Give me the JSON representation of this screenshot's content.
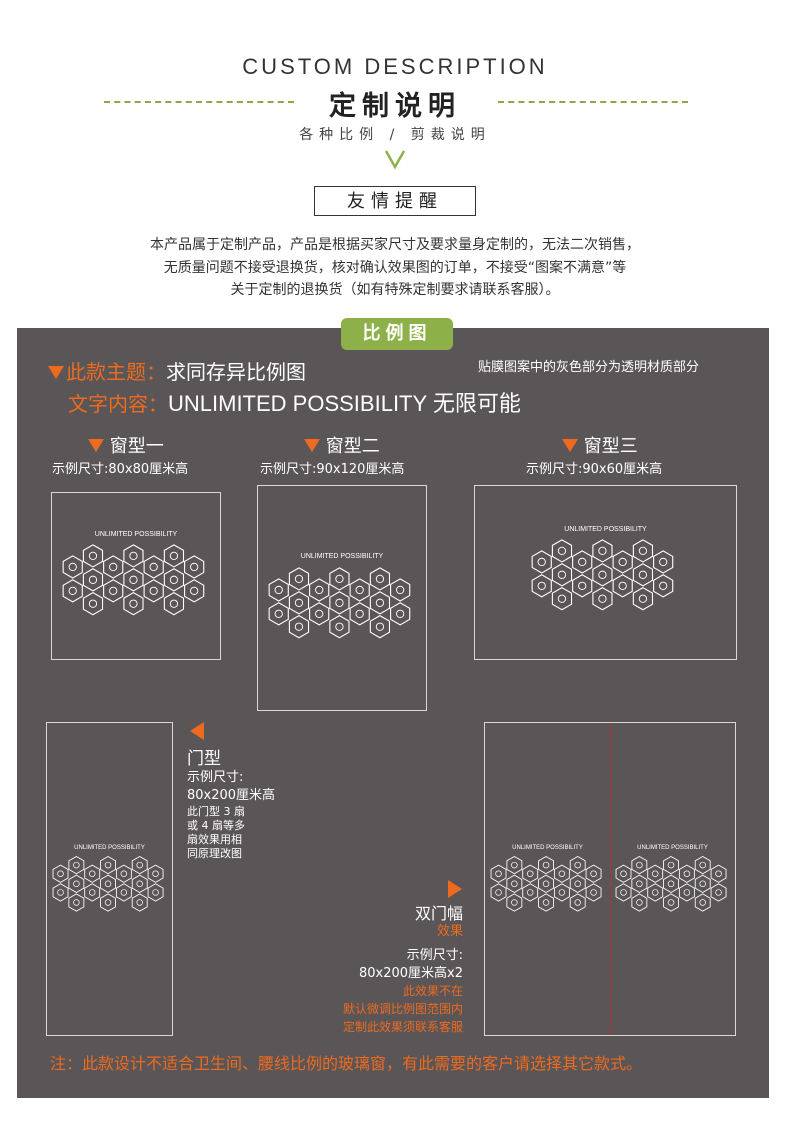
{
  "header": {
    "en_title": "CUSTOM DESCRIPTION",
    "cn_title": "定制说明",
    "subtitle": "各种比例 / 剪裁说明",
    "remind_label": "友情提醒",
    "notice_lines": [
      "本产品属于定制产品，产品是根据买家尺寸及要求量身定制的，无法二次销售，",
      "无质量问题不接受退换货，核对确认效果图的订单，不接受“图案不满意”等",
      "关于定制的退换货（如有特殊定制要求请联系客服）。"
    ]
  },
  "panel": {
    "pill_label": "比例图",
    "theme_label": "此款主题：",
    "theme_value": "求同存异比例图",
    "text_label": "文字内容：",
    "text_value": "UNLIMITED POSSIBILITY 无限可能",
    "transparent_note": "贴膜图案中的灰色部分为透明材质部分",
    "art_title": "UNLIMITED POSSIBILITY",
    "windows": [
      {
        "name": "窗型一",
        "size": "示例尺寸:80x80厘米高"
      },
      {
        "name": "窗型二",
        "size": "示例尺寸:90x120厘米高"
      },
      {
        "name": "窗型三",
        "size": "示例尺寸:90x60厘米高"
      }
    ],
    "door": {
      "name": "门型",
      "size_label": "示例尺寸:",
      "size_value": "80x200厘米高",
      "note_lines": [
        "此门型 3 扇",
        "或 4 扇等多",
        "扇效果用相",
        "同原理改图"
      ]
    },
    "double_door": {
      "name": "双门幅",
      "effect": "效果",
      "size_label": "示例尺寸:",
      "size_value": "80x200厘米高x2",
      "note_lines": [
        "此效果不在",
        "默认微调比例图范围内",
        "定制此效果须联系客服"
      ]
    },
    "footer_note": "注：此款设计不适合卫生间、腰线比例的玻璃窗，有此需要的客户请选择其它款式。"
  },
  "colors": {
    "accent_green": "#8db148",
    "accent_orange": "#ee6a1f",
    "panel_gray": "#5a5657"
  },
  "icons": [
    "down-triangle-icon",
    "left-triangle-icon",
    "right-triangle-icon",
    "chevron-down-icon"
  ]
}
